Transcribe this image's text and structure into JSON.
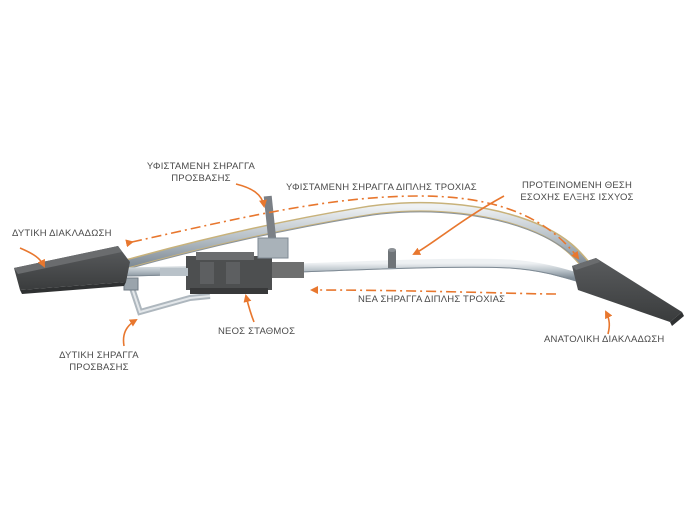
{
  "labels": {
    "existing_access_tunnel": [
      "ΥΦΙΣΤΑΜΕΝΗ ΣΗΡΑΓΓΑ",
      "ΠΡΟΣΒΑΣΗΣ"
    ],
    "existing_double_track_tunnel": "ΥΦΙΣΤΑΜΕΝΗ ΣΗΡΑΓΓΑ ΔΙΠΛΗΣ ΤΡΟΧΙΑΣ",
    "proposed_traction_shaft": [
      "ΠΡΟΤΕΙΝΟΜΕΝΗ ΘΕΣΗ",
      "ΕΣΟΧΗΣ ΕΛΞΗΣ ΙΣΧΥΟΣ"
    ],
    "west_junction": "ΔΥΤΙΚΗ ΔΙΑΚΛΑΔΩΣΗ",
    "new_double_track_tunnel": "ΝΕΑ ΣΗΡΑΓΓΑ ΔΙΠΛΗΣ ΤΡΟΧΙΑΣ",
    "new_station": "ΝΕΟΣ ΣΤΑΘΜΟΣ",
    "west_access_tunnel": [
      "ΔΥΤΙΚΗ ΣΗΡΑΓΓΑ",
      "ΠΡΟΣΒΑΣΗΣ"
    ],
    "east_junction": "ΑΝΑΤΟΛΙΚΗ ΔΙΑΚΛΑΔΩΣΗ"
  },
  "colors": {
    "annotation": "#e8772e",
    "tunnel_fill": "#c9cfd4",
    "tunnel_edge": "#7e8a94",
    "gold_edge": "#c8b27a",
    "block_dark": "#4a4c4d"
  }
}
